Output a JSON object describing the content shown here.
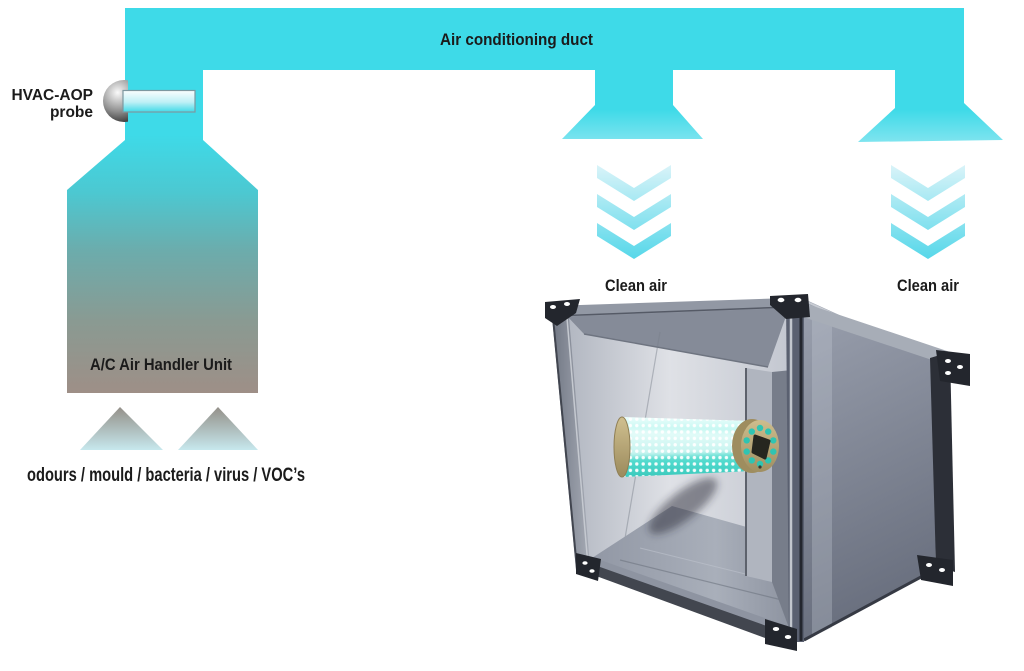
{
  "diagram": {
    "duct_label": "Air conditioning duct",
    "probe_label_line1": "HVAC-AOP",
    "probe_label_line2": "probe",
    "handler_label": "A/C Air Handler Unit",
    "clean_air_left_label": "Clean air",
    "clean_air_right_label": "Clean air",
    "contaminants_label": "odours / mould / bacteria / virus / VOC’s"
  },
  "colors": {
    "duct_cyan": "#3EDAE8",
    "handler_gradient_bottom": "#9E8F87",
    "clean_air_arrow_light": "#D6F2F8",
    "clean_air_arrow_dark": "#55D7E9",
    "contaminant_arrow_top": "#949089",
    "contaminant_arrow_bottom": "#C9ECF2",
    "text_dark": "#1B1B1B",
    "metal_light": "#DFE1E6",
    "metal_dark": "#6B7180",
    "frame_dark": "#23262D",
    "lamp_teal": "#2FCFC2",
    "lamp_cap_tan": "#C3B283"
  }
}
